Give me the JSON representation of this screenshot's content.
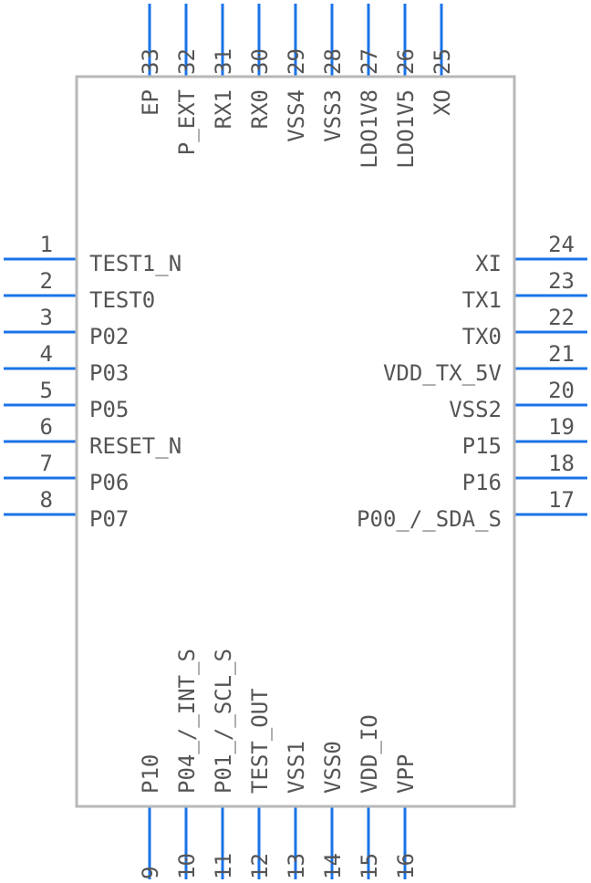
{
  "colors": {
    "pin": "#1a73e8",
    "body": "#b8b8b8",
    "text": "#555555"
  },
  "pins": {
    "left": [
      {
        "num": "1",
        "name": "TEST1_N"
      },
      {
        "num": "2",
        "name": "TEST0"
      },
      {
        "num": "3",
        "name": "P02"
      },
      {
        "num": "4",
        "name": "P03"
      },
      {
        "num": "5",
        "name": "P05"
      },
      {
        "num": "6",
        "name": "RESET_N"
      },
      {
        "num": "7",
        "name": "P06"
      },
      {
        "num": "8",
        "name": "P07"
      }
    ],
    "right": [
      {
        "num": "24",
        "name": "XI"
      },
      {
        "num": "23",
        "name": "TX1"
      },
      {
        "num": "22",
        "name": "TX0"
      },
      {
        "num": "21",
        "name": "VDD_TX_5V"
      },
      {
        "num": "20",
        "name": "VSS2"
      },
      {
        "num": "19",
        "name": "P15"
      },
      {
        "num": "18",
        "name": "P16"
      },
      {
        "num": "17",
        "name": "P00_/_SDA_S"
      }
    ],
    "top": [
      {
        "num": "33",
        "name": "EP"
      },
      {
        "num": "32",
        "name": "P_EXT"
      },
      {
        "num": "31",
        "name": "RX1"
      },
      {
        "num": "30",
        "name": "RX0"
      },
      {
        "num": "29",
        "name": "VSS4"
      },
      {
        "num": "28",
        "name": "VSS3"
      },
      {
        "num": "27",
        "name": "LDO1V8"
      },
      {
        "num": "26",
        "name": "LDO1V5"
      },
      {
        "num": "25",
        "name": "XO"
      }
    ],
    "bottom": [
      {
        "num": "9",
        "name": "P10"
      },
      {
        "num": "10",
        "name": "P04_/_INT_S"
      },
      {
        "num": "11",
        "name": "P01_/_SCL_S"
      },
      {
        "num": "12",
        "name": "TEST_OUT"
      },
      {
        "num": "13",
        "name": "VSS1"
      },
      {
        "num": "14",
        "name": "VSS0"
      },
      {
        "num": "15",
        "name": "VDD_IO"
      },
      {
        "num": "16",
        "name": "VPP"
      }
    ]
  }
}
